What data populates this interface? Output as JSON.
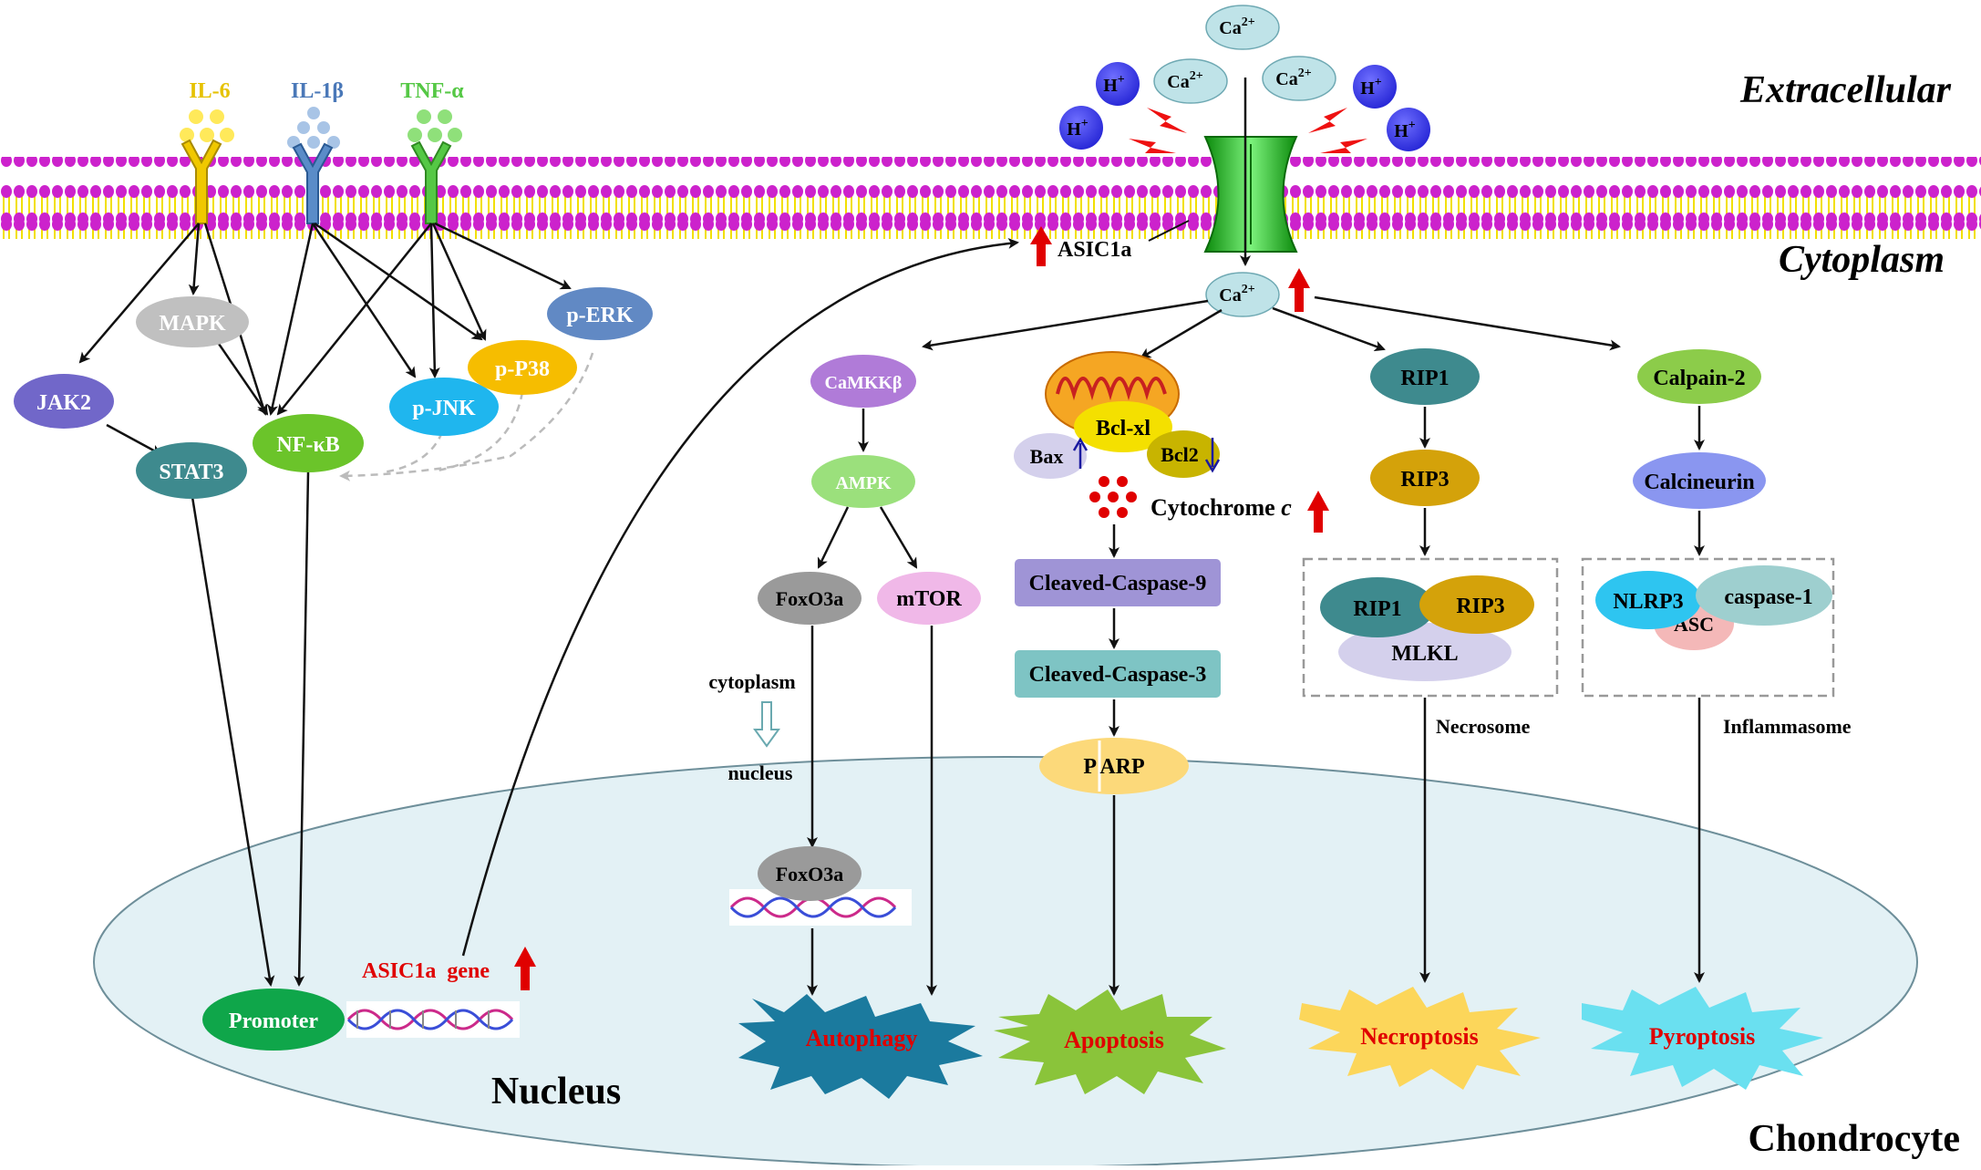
{
  "regions": {
    "extracellular": "Extracellular",
    "cytoplasm": "Cytoplasm",
    "nucleus": "Nucleus",
    "cell": "Chondrocyte"
  },
  "cytokines": {
    "il6": "IL-6",
    "il1b": "IL-1β",
    "tnfa": "TNF-α"
  },
  "ions": {
    "ca": "Ca",
    "ca_sup": "2+",
    "h": "H",
    "h_sup": "+"
  },
  "channel": {
    "label": "ASIC1a"
  },
  "inflammatory": {
    "mapk": "MAPK",
    "jak2": "JAK2",
    "stat3": "STAT3",
    "nfkb": "NF-κB",
    "pjnk": "p-JNK",
    "pp38": "p-P38",
    "perk": "p-ERK",
    "promoter": "Promoter",
    "asic_gene": "ASIC1a  gene"
  },
  "autophagy_path": {
    "camkkb": "CaMKKβ",
    "ampk": "AMPK",
    "foxo3a": "FoxO3a",
    "mtor": "mTOR",
    "cytoplasm": "cytoplasm",
    "nucleus": "nucleus",
    "foxo3a_nuclear": "FoxO3a",
    "outcome": "Autophagy"
  },
  "apoptosis_path": {
    "bclxl": "Bcl-xl",
    "bax": "Bax",
    "bcl2": "Bcl2",
    "cytochrome": "Cytochrome",
    "cytochrome_c": "c",
    "casp9": "Cleaved-Caspase-9",
    "casp3": "Cleaved-Caspase-3",
    "parp": "P ARP",
    "outcome": "Apoptosis"
  },
  "necroptosis_path": {
    "rip1": "RIP1",
    "rip3": "RIP3",
    "complex_rip1": "RIP1",
    "complex_rip3": "RIP3",
    "mlkl": "MLKL",
    "complex_name": "Necrosome",
    "outcome": "Necroptosis"
  },
  "pyroptosis_path": {
    "calpain2": "Calpain-2",
    "calcineurin": "Calcineurin",
    "nlrp3": "NLRP3",
    "caspase1": "caspase-1",
    "asc": "ASC",
    "complex_name": "Inflammasome",
    "outcome": "Pyroptosis"
  },
  "colors": {
    "membrane_head": "#cc22cc",
    "membrane_tail": "#f2e000",
    "channel": "#22bb22",
    "up_arrow": "#e00000",
    "down_arrow": "#1a1aa0",
    "nucleus_fill": "#e3f1f5",
    "outcome_text": "#e00000"
  }
}
